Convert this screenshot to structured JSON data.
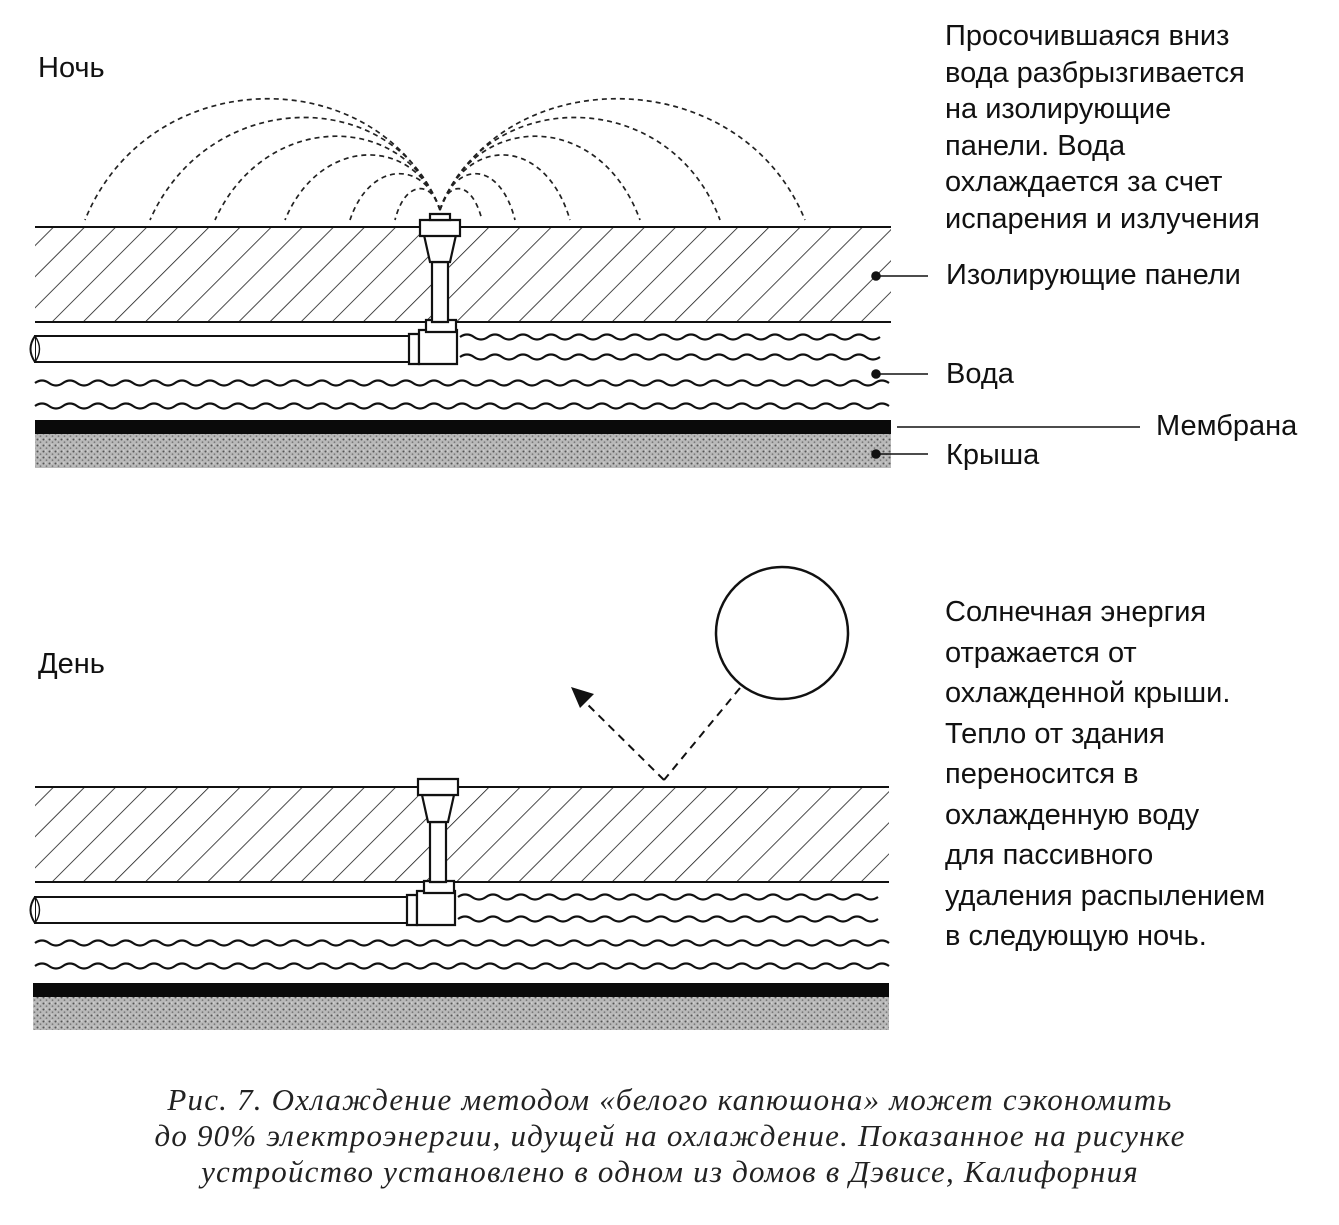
{
  "night": {
    "title": "Ночь",
    "description_lines": [
      "Просочившаяся вниз",
      "вода разбрызгивается",
      "на изолирующие",
      "панели. Вода",
      "охлаждается за счет",
      "испарения и излучения"
    ],
    "labels": {
      "panels": "Изолирующие панели",
      "water": "Вода",
      "membrane": "Мембрана",
      "roof": "Крыша"
    }
  },
  "day": {
    "title": "День",
    "description_lines": [
      "Солнечная энергия",
      "отражается от",
      "охлажденной крыши.",
      "Тепло от здания",
      "переносится в",
      "охлажденную воду",
      "для пассивного",
      "удаления распылением",
      "в следующую ночь."
    ]
  },
  "caption_lines": [
    "Рис. 7. Охлаждение методом «белого капюшона» может сэкономить",
    "до 90% электроэнергии, идущей на охлаждение. Показанное на рисунке",
    "устройство установлено в одном из домов в Дэвисе, Калифорния"
  ]
}
